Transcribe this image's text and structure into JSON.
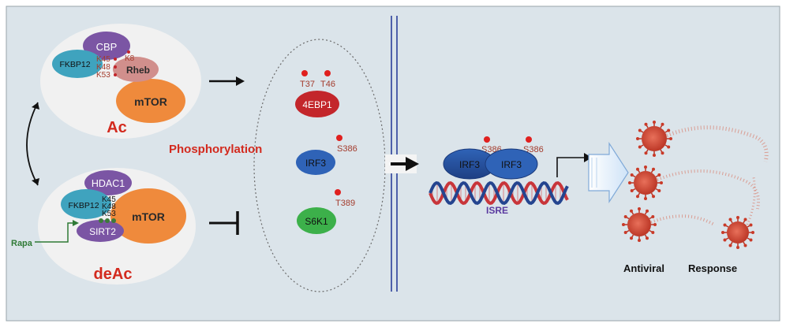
{
  "complex_ac": {
    "cbp": "CBP",
    "fkbp12": "FKBP12",
    "rheb": "Rheb",
    "mtor": "mTOR",
    "sites": [
      "K45",
      "K48",
      "K53"
    ],
    "k8": "K8",
    "label": "Ac"
  },
  "complex_deac": {
    "hdac1": "HDAC1",
    "fkbp12": "FKBP12",
    "mtor": "mTOR",
    "sirt2": "SIRT2",
    "sites": [
      "K45",
      "K48",
      "K53"
    ],
    "label": "deAc"
  },
  "rapa": "Rapa",
  "phosphorylation": "Phosphorylation",
  "substrates": {
    "ebp1": {
      "name": "4EBP1",
      "sites": [
        "T37",
        "T46"
      ]
    },
    "irf3": {
      "name": "IRF3",
      "site": "S386"
    },
    "s6k1": {
      "name": "S6K1",
      "site": "T389"
    }
  },
  "dimer": {
    "left": "IRF3",
    "right": "IRF3",
    "sites": [
      "S386",
      "S386"
    ]
  },
  "isre": "ISRE",
  "response": {
    "word1": "Antiviral",
    "word2": "Response"
  },
  "colors": {
    "background": "#dbe4ea",
    "cbp": "#7b55a4",
    "fkbp12": "#3fa3be",
    "rheb": "#d18f8c",
    "mtor": "#ef8a3c",
    "ebp1": "#c3262b",
    "irf3": "#2f63b7",
    "s6k1": "#3cb04a",
    "hdac1": "#7b55a4",
    "phospho": "#e0201f",
    "label_red": "#d32a1e",
    "dna_red": "#c8353a",
    "dna_blue": "#24448f",
    "virus": "#d24a2f",
    "rapa_green": "#2f7a36"
  }
}
